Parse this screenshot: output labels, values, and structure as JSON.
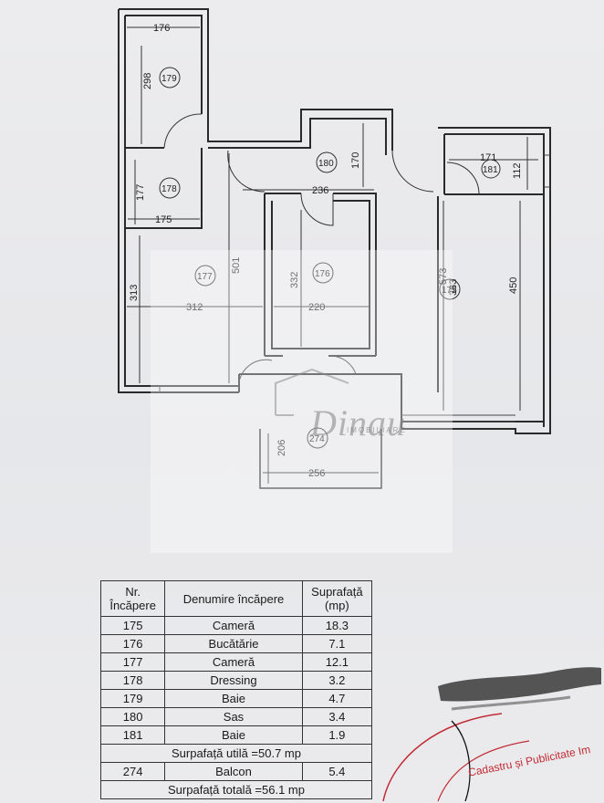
{
  "plan": {
    "dims": {
      "d176_top": "176",
      "d298": "298",
      "d177_left": "177",
      "d175": "175",
      "d313": "313",
      "d312": "312",
      "d501": "501",
      "d332": "332",
      "d220": "220",
      "d236": "236",
      "d170": "170",
      "d171": "171",
      "d112": "112",
      "d573": "573",
      "d383": "383",
      "d450": "450",
      "d206": "206",
      "d256": "256"
    },
    "rooms": {
      "r179": "179",
      "r178": "178",
      "r177": "177",
      "r176": "176",
      "r180": "180",
      "r181": "181",
      "r175": "175",
      "r274": "274"
    }
  },
  "watermark": {
    "brand": "Dinau",
    "sub": "IMOBILIARE"
  },
  "table": {
    "headers": {
      "nr": [
        "Nr.",
        "Încăpere"
      ],
      "name": "Denumire încăpere",
      "area": [
        "Suprafață",
        "(mp)"
      ]
    },
    "rows": [
      {
        "nr": "175",
        "name": "Cameră",
        "area": "18.3"
      },
      {
        "nr": "176",
        "name": "Bucătărie",
        "area": "7.1"
      },
      {
        "nr": "177",
        "name": "Cameră",
        "area": "12.1"
      },
      {
        "nr": "178",
        "name": "Dressing",
        "area": "3.2"
      },
      {
        "nr": "179",
        "name": "Baie",
        "area": "4.7"
      },
      {
        "nr": "180",
        "name": "Sas",
        "area": "3.4"
      },
      {
        "nr": "181",
        "name": "Baie",
        "area": "1.9"
      }
    ],
    "useful_area": "Surpafață utilă =50.7 mp",
    "balcony": {
      "nr": "274",
      "name": "Balcon",
      "area": "5.4"
    },
    "total_area": "Surpafață totală =56.1 mp"
  },
  "stamp": {
    "text": "Cadastru și Publicitate Im"
  },
  "colors": {
    "ink": "#222222",
    "stamp_red": "#c22a34",
    "paper": "#e9eaec"
  }
}
